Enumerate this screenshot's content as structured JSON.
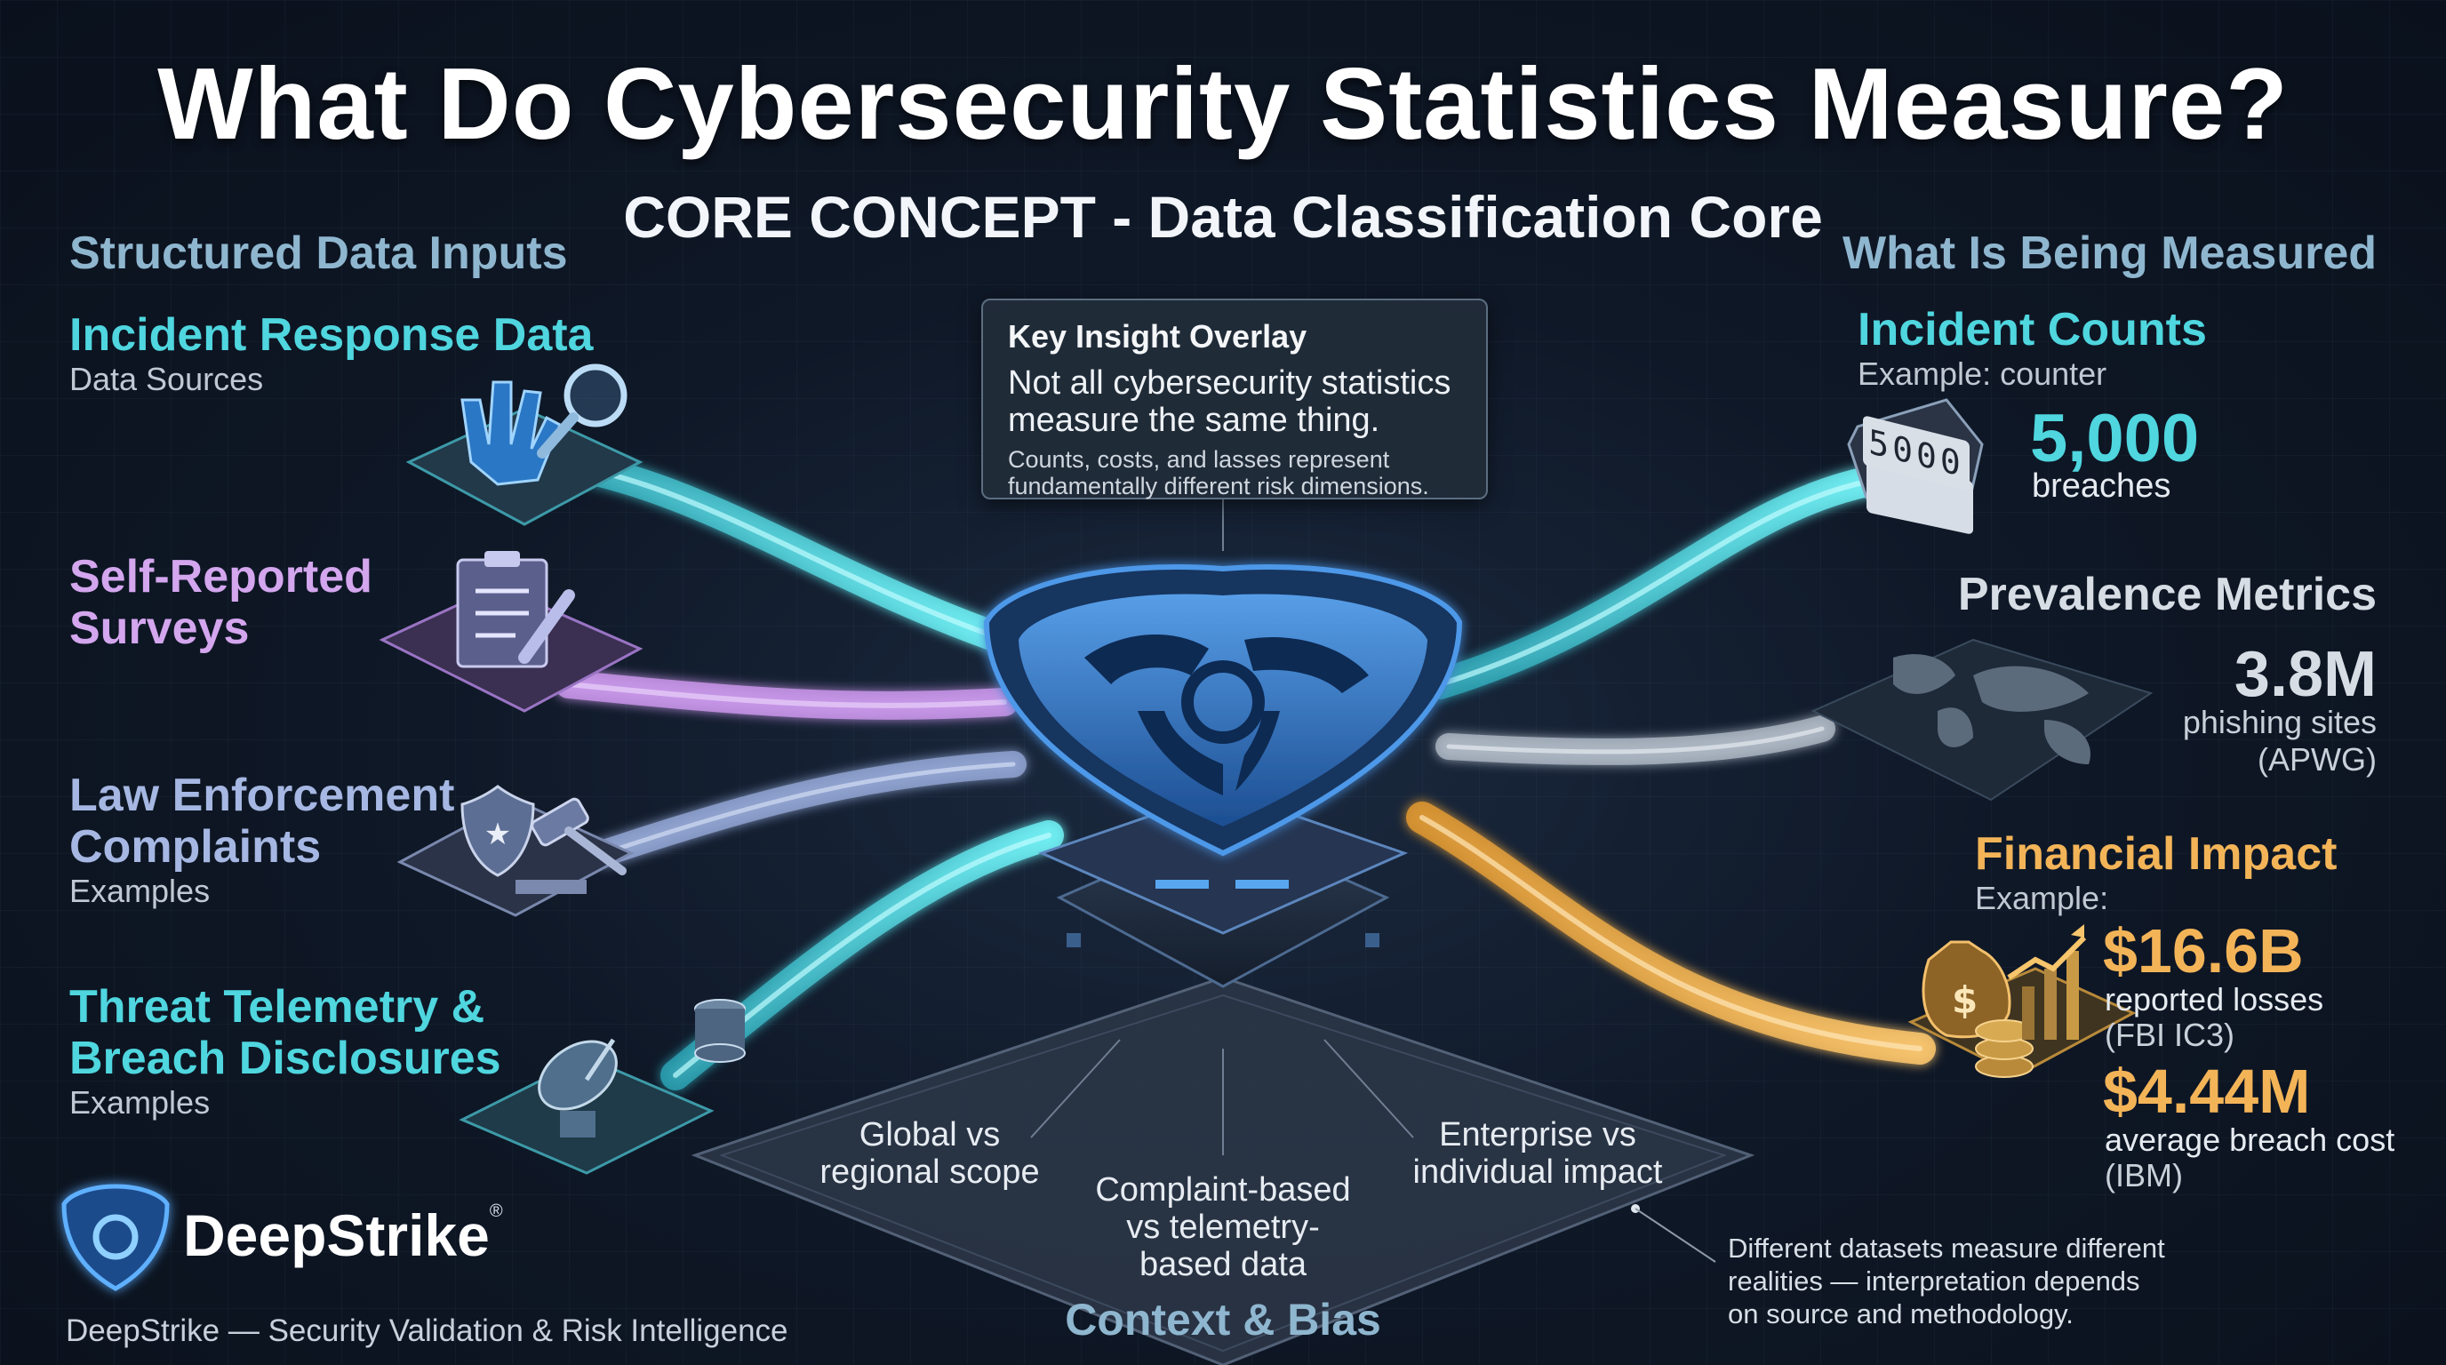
{
  "title": "What Do Cybersecurity Statistics Measure?",
  "subtitle": "CORE CONCEPT - Data Classification Core",
  "left": {
    "heading": "Structured Data Inputs",
    "items": [
      {
        "title": "Incident Response Data",
        "sub": "Data Sources",
        "color": "#4fd6df"
      },
      {
        "title_line1": "Self-Reported",
        "title_line2": "Surveys",
        "color": "#d3a6ee"
      },
      {
        "title_line1": "Law Enforcement",
        "title_line2": "Complaints",
        "sub": "Examples",
        "color": "#a5b7e2"
      },
      {
        "title_line1": "Threat Telemetry &",
        "title_line2": "Breach Disclosures",
        "sub": "Examples",
        "color": "#4fd6df"
      }
    ]
  },
  "insight": {
    "heading": "Key Insight Overlay",
    "main": "Not all cybersecurity statistics measure the same thing.",
    "small": "Counts, costs, and lasses represent fundamentally different risk dimensions."
  },
  "right": {
    "heading": "What Is Being Measured",
    "counts": {
      "title": "Incident Counts",
      "sub": "Example: counter",
      "value": "5,000",
      "unit": "breaches",
      "counter_digits": "5000"
    },
    "prevalence": {
      "title": "Prevalence Metrics",
      "value": "3.8M",
      "unit": "phishing sites",
      "source": "(APWG)"
    },
    "financial": {
      "title": "Financial Impact",
      "sub": "Example:",
      "value1": "$16.6B",
      "unit1": "reported losses",
      "source1": "(FBI IC3)",
      "value2": "$4.44M",
      "unit2": "average breach cost",
      "source2": "(IBM)"
    }
  },
  "platform": {
    "label_left_1": "Global vs",
    "label_left_2": "regional scope",
    "label_center_1": "Complaint-based",
    "label_center_2": "vs telemetry-",
    "label_center_3": "based data",
    "label_right_1": "Enterprise vs",
    "label_right_2": "individual impact",
    "caption": "Context & Bias"
  },
  "note": {
    "line1": "Different datasets measure different",
    "line2": "realities — interpretation depends",
    "line3": "on source and methodology."
  },
  "brand": {
    "name": "DeepStrike",
    "mark": "®",
    "tagline": "DeepStrike — Security Validation & Risk Intelligence"
  },
  "colors": {
    "teal": "#4fd6df",
    "lavender": "#d3a6ee",
    "periwinkle": "#a5b7e2",
    "gold": "#f3b458",
    "core_blue": "#3f86d8"
  },
  "icons": [
    "glove-icon",
    "magnifier-icon",
    "clipboard-icon",
    "pencil-icon",
    "badge-icon",
    "gavel-icon",
    "satellite-dish-icon",
    "database-icon",
    "counter-icon",
    "world-map-icon",
    "money-bag-icon",
    "coin-stack-icon",
    "growth-chart-icon",
    "shield-core-icon"
  ]
}
